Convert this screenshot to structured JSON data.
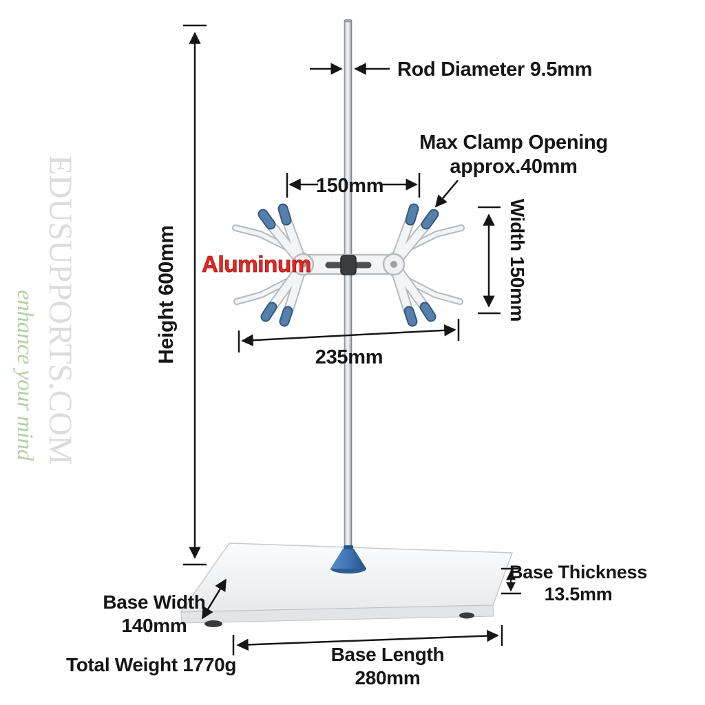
{
  "diagram": {
    "subject": "Laboratory retort stand with double burette clamp, annotated dimensions",
    "background": "#ffffff"
  },
  "watermark": {
    "site": "EDUSUPPORTS.COM",
    "tagline": "enhance your mind",
    "site_color": "#dcdcdc",
    "tagline_color": "#b3cfa6"
  },
  "annotations": {
    "rod_diameter": {
      "label": "Rod Diameter 9.5mm"
    },
    "max_clamp_opening": {
      "line1": "Max Clamp Opening",
      "line2": "approx.40mm"
    },
    "jaw_span": {
      "label": "150mm"
    },
    "clamp_width": {
      "label": "Width 150mm"
    },
    "material": {
      "label": "Aluminum",
      "color": "#e8251f"
    },
    "overall_length": {
      "label": "235mm"
    },
    "height": {
      "label": "Height 600mm"
    },
    "base_width": {
      "line1": "Base Width",
      "line2": "140mm"
    },
    "base_thickness": {
      "line1": "Base Thickness",
      "line2": "13.5mm"
    },
    "base_length": {
      "line1": "Base Length",
      "line2": "280mm"
    },
    "total_weight": {
      "label": "Total Weight 1770g"
    }
  },
  "colors": {
    "annotation_ink": "#161616",
    "grip_blue": "#567fab",
    "cone_blue": "#3e74b7",
    "rod_steel": "#c3c9ce",
    "base_white": "#f2f3f5"
  }
}
